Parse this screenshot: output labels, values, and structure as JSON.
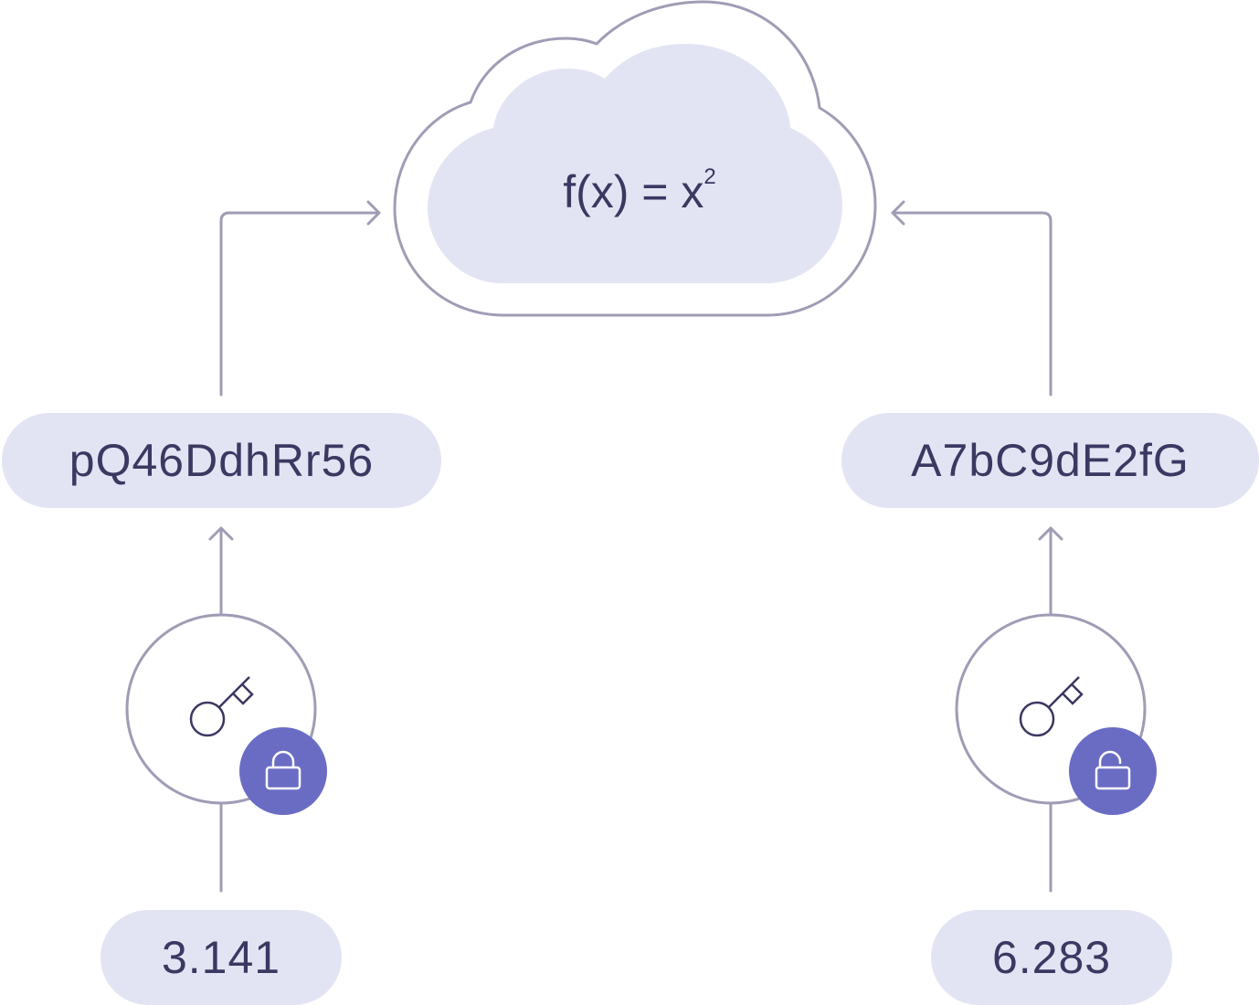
{
  "cloud": {
    "function_base": "f(x) = x",
    "function_exponent": "2"
  },
  "left": {
    "key_label": "pQ46DdhRr56",
    "value": "3.141",
    "lock_state": "locked",
    "icon": "key-icon"
  },
  "right": {
    "key_label": "A7bC9dE2fG",
    "value": "6.283",
    "lock_state": "unlocked",
    "icon": "key-icon"
  },
  "colors": {
    "line": "#a09cb5",
    "fill": "#e3e4f3",
    "text": "#3b3862",
    "badge": "#6a6cc4"
  }
}
